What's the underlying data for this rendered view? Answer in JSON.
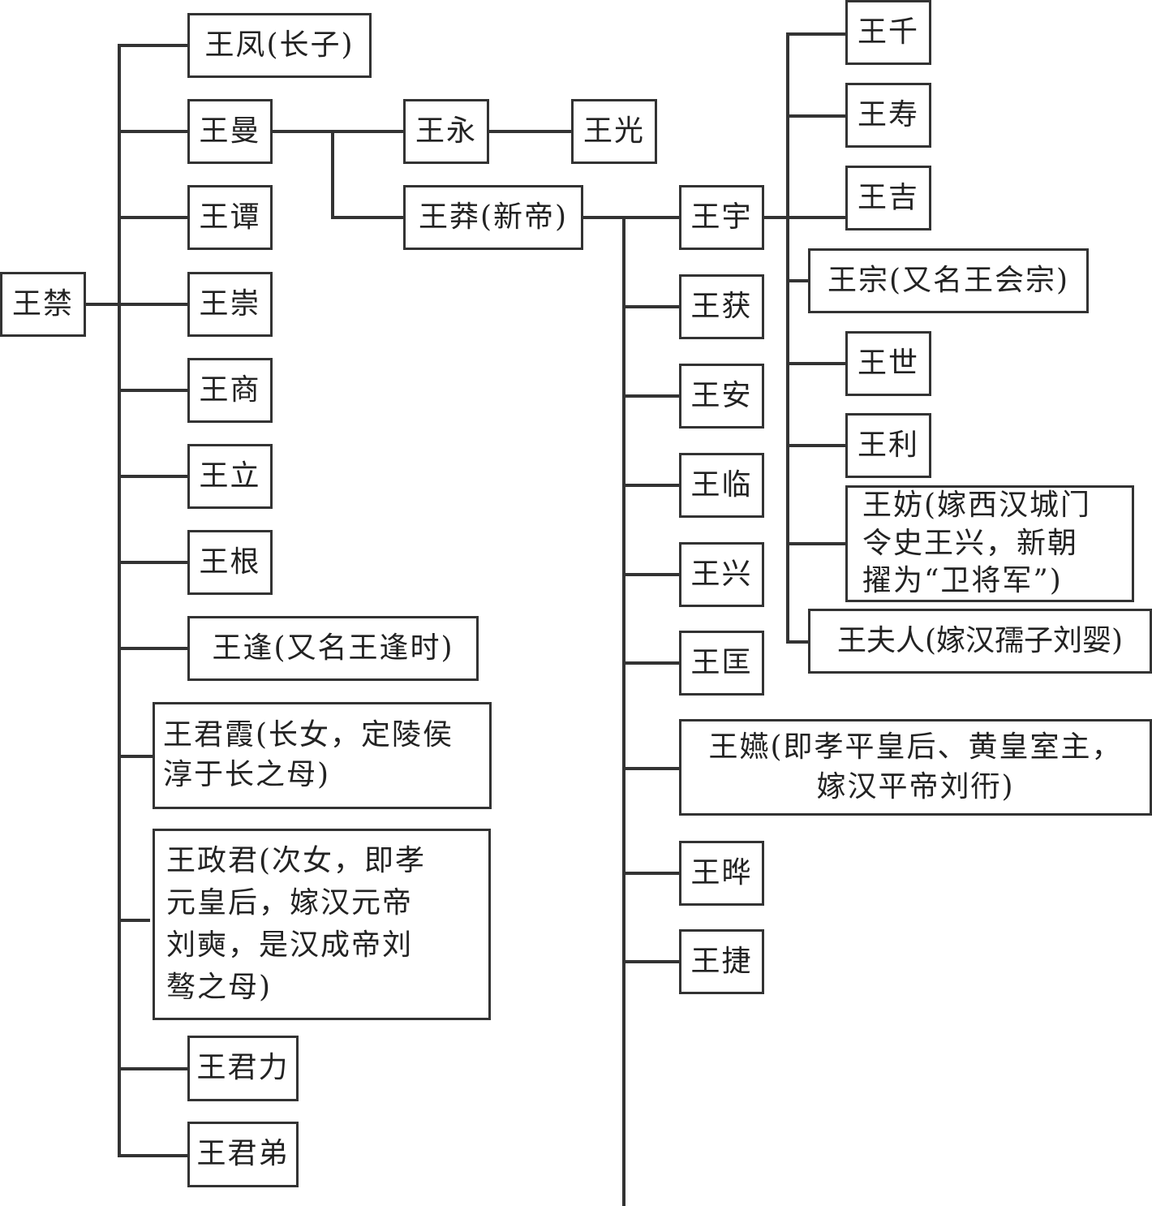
{
  "diagram": {
    "type": "family-tree",
    "root": "王禁",
    "gen1": [
      "王凤(长子)",
      "王曼",
      "王谭",
      "王崇",
      "王商",
      "王立",
      "王根",
      "王逢(又名王逢时)",
      "王君霞(长女，定陵侯淳于长之母)",
      "王政君(次女，即孝元皇后，嫁汉元帝刘奭，是汉成帝刘骜之母)",
      "王君力",
      "王君弟"
    ],
    "wangman_children": [
      "王永",
      "王莽(新帝)"
    ],
    "wangyong_children": [
      "王光"
    ],
    "wangmang_children": [
      "王宇",
      "王获",
      "王安",
      "王临",
      "王兴",
      "王匡",
      "王嬿(即孝平皇后、黄皇室主，嫁汉平帝刘衎)",
      "王晔",
      "王捷"
    ],
    "wangyu_children": [
      "王千",
      "王寿",
      "王吉",
      "王宗(又名王会宗)",
      "王世",
      "王利",
      "王妨(嫁西汉城门令史王兴，新朝擢为“卫将军”)",
      "王夫人(嫁汉孺子刘婴)"
    ]
  },
  "boxes": {
    "root": "王禁",
    "fengg": "王凤(长子)",
    "man": "王曼",
    "tan": "王谭",
    "chong": "王崇",
    "shang": "王商",
    "li": "王立",
    "gen": "王根",
    "feng2": "王逢(又名王逢时)",
    "junxia": [
      "王君霞(长女，定陵侯",
      "淳于长之母)"
    ],
    "zhengjun": [
      "王政君(次女，即孝",
      "元皇后，嫁汉元帝",
      "刘奭，是汉成帝刘",
      "骜之母)"
    ],
    "junli": "王君力",
    "jundi": "王君弟",
    "yong": "王永",
    "guang": "王光",
    "mang": "王莽(新帝)",
    "yu": "王宇",
    "huo": "王获",
    "an": "王安",
    "lin": "王临",
    "xing": "王兴",
    "kuang": "王匡",
    "yan": [
      "王嬿(即孝平皇后、黄皇室主，",
      "嫁汉平帝刘衎)"
    ],
    "ye": "王晔",
    "jie": "王捷",
    "qian": "王千",
    "shou": "王寿",
    "ji": "王吉",
    "zong": "王宗(又名王会宗)",
    "shi": "王世",
    "lii": "王利",
    "fang": [
      "王妨(嫁西汉城门",
      "令史王兴，新朝",
      "擢为“卫将军”)"
    ],
    "furen": "王夫人(嫁汉孺子刘婴)"
  }
}
